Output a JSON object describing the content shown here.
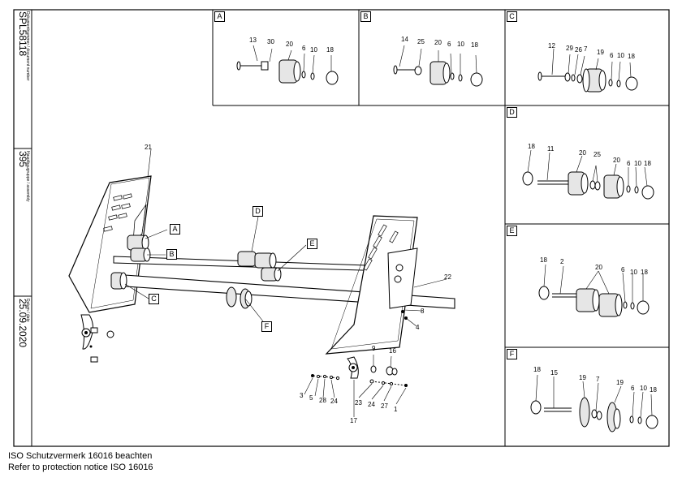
{
  "side_strip": {
    "document_number": "SPL58118",
    "document_number_label": "Dokumentnummer / document number",
    "assembly": "395",
    "assembly_label": "Hauptbaugruppe / assembly",
    "date": "25.09.2020",
    "date_label": "Datum / date"
  },
  "footer": {
    "line1": "ISO Schutzvermerk 16016 beachten",
    "line2": "Refer to protection notice ISO 16016"
  },
  "detail_panels": [
    {
      "letter": "A",
      "parts": [
        "13",
        "30",
        "20",
        "6",
        "10",
        "18"
      ]
    },
    {
      "letter": "B",
      "parts": [
        "14",
        "25",
        "20",
        "6",
        "10",
        "18"
      ]
    },
    {
      "letter": "C",
      "parts": [
        "12",
        "29",
        "26",
        "7",
        "19",
        "6",
        "10",
        "18"
      ]
    },
    {
      "letter": "D",
      "parts": [
        "18",
        "11",
        "20",
        "25",
        "20",
        "6",
        "10",
        "18"
      ]
    },
    {
      "letter": "E",
      "parts": [
        "18",
        "2",
        "20",
        "6",
        "10",
        "18"
      ]
    },
    {
      "letter": "F",
      "parts": [
        "18",
        "15",
        "19",
        "7",
        "19",
        "6",
        "10",
        "18"
      ]
    }
  ],
  "main_callouts": {
    "letters": [
      "A",
      "B",
      "C",
      "D",
      "E",
      "F"
    ],
    "numbers": [
      "21",
      "22",
      "8",
      "4",
      "9",
      "16",
      "3",
      "5",
      "28",
      "24",
      "17",
      "23",
      "24",
      "27",
      "1"
    ]
  },
  "colors": {
    "line": "#000000",
    "paper": "#ffffff",
    "roller_shade": "#e6e6e6"
  }
}
